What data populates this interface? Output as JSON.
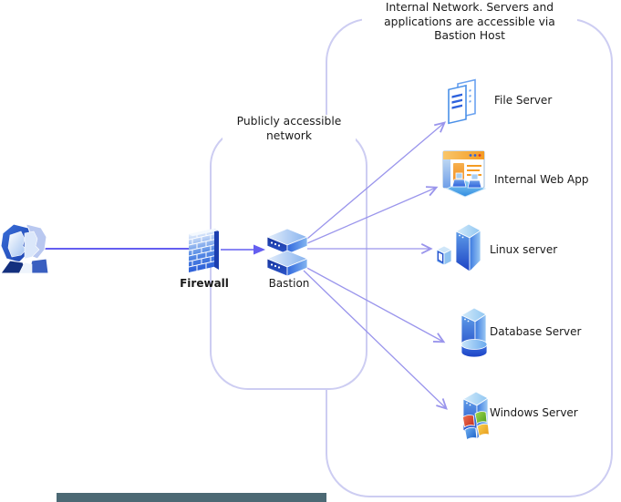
{
  "diagram": {
    "type": "network-architecture-diagram",
    "groups": {
      "public": {
        "label": "Publicly accessible network",
        "lines": [
          "Publicly accessible",
          "network"
        ]
      },
      "internal": {
        "label": "Internal Network. Servers and applications are accessible via Bastion Host",
        "lines": [
          "Internal Network. Servers and",
          "applications are accessible via",
          "Bastion Host"
        ]
      }
    },
    "nodes": {
      "users": {
        "label": "",
        "icon": "users-group-icon"
      },
      "firewall": {
        "label": "Firewall",
        "icon": "firewall-brick-wall-icon"
      },
      "bastion": {
        "label": "Bastion",
        "icon": "server-stack-icon"
      },
      "file_server": {
        "label": "File Server",
        "icon": "documents-icon"
      },
      "internal_web_app": {
        "label": "Internal Web App",
        "icon": "web-app-users-icon"
      },
      "linux_server": {
        "label": "Linux server",
        "icon": "tower-server-with-terminal-icon"
      },
      "database_server": {
        "label": "Database Server",
        "icon": "tower-server-with-disk-icon"
      },
      "windows_server": {
        "label": "Windows Server",
        "icon": "tower-server-with-windows-logo-icon"
      }
    },
    "edges": [
      {
        "from": "users",
        "to": "firewall",
        "style": "plain-line"
      },
      {
        "from": "firewall",
        "to": "bastion",
        "style": "solid-arrow"
      },
      {
        "from": "bastion",
        "to": "file_server",
        "style": "open-arrow"
      },
      {
        "from": "bastion",
        "to": "internal_web_app",
        "style": "open-arrow"
      },
      {
        "from": "bastion",
        "to": "linux_server",
        "style": "open-arrow"
      },
      {
        "from": "bastion",
        "to": "database_server",
        "style": "open-arrow"
      },
      {
        "from": "bastion",
        "to": "windows_server",
        "style": "open-arrow"
      }
    ],
    "colors": {
      "background": "#ffffff",
      "group_border": "#cdcdf2",
      "group_fill": "#ffffff",
      "connector_main": "#645ef0",
      "connector_fan": "#9a95ec",
      "text": "#1a1a1a",
      "icon_blue": "#4a90e8",
      "icon_dark_blue": "#1c42c4",
      "icon_light_blue": "#cfe6f8",
      "web_app_orange": "#f59b22",
      "bottom_strip": "#4c6974"
    }
  }
}
